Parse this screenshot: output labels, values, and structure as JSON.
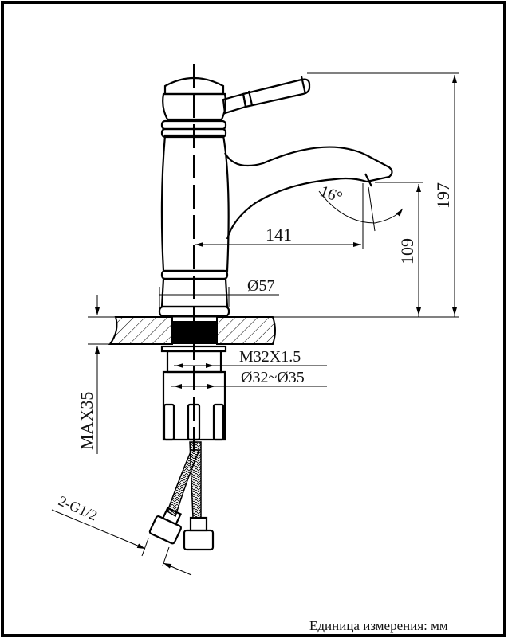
{
  "drawing": {
    "dimensions": {
      "total_height": "197",
      "spout_height": "109",
      "spout_reach": "141",
      "spout_angle": "16°",
      "base_diameter": "Ø57",
      "thread": "M32X1.5",
      "hole_diameter": "Ø32~Ø35",
      "max_counter_thickness": "MAX35",
      "connections": "2-G1/2"
    },
    "footer": "Единица измерения: мм"
  }
}
